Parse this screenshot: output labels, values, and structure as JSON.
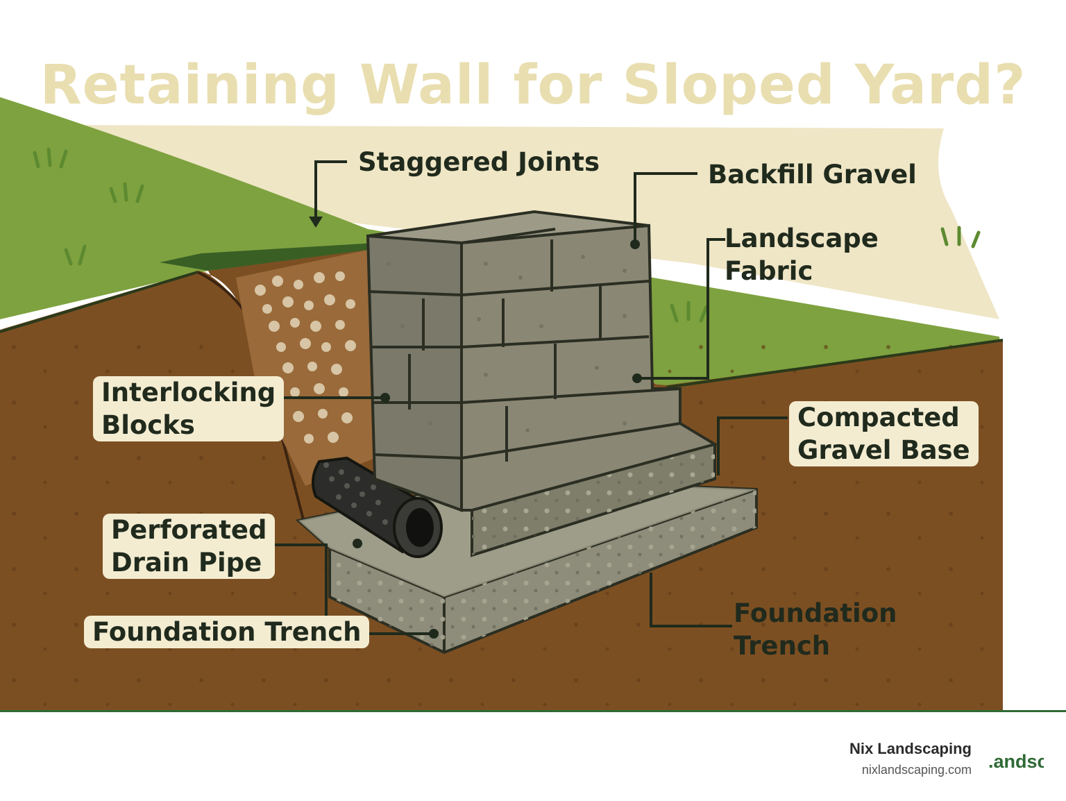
{
  "title": "Retaining Wall for Sloped Yard?",
  "labels": {
    "staggered_joints": "Staggered Joints",
    "backfill_gravel": "Backfill Gravel",
    "landscape_fabric": "Landscape\nFabric",
    "interlocking_blocks": "Interlocking\nBlocks",
    "compacted_gravel_base": "Compacted\nGravel Base",
    "perforated_drain_pipe": "Perforated\nDrain Pipe",
    "foundation_trench_left": "Foundation Trench",
    "foundation_trench_right": "Foundation\nTrench"
  },
  "footer": {
    "brand_name": "Nix Landscaping",
    "brand_url": "nixlandscaping.com",
    "logo_text": ".andsc"
  },
  "colors": {
    "grass": "#7ea23f",
    "soil": "#7c4f22",
    "stone": "#8e8c7a",
    "cream": "#f3ecd1",
    "title": "#e9deb0",
    "brand_green": "#2f6a35"
  }
}
